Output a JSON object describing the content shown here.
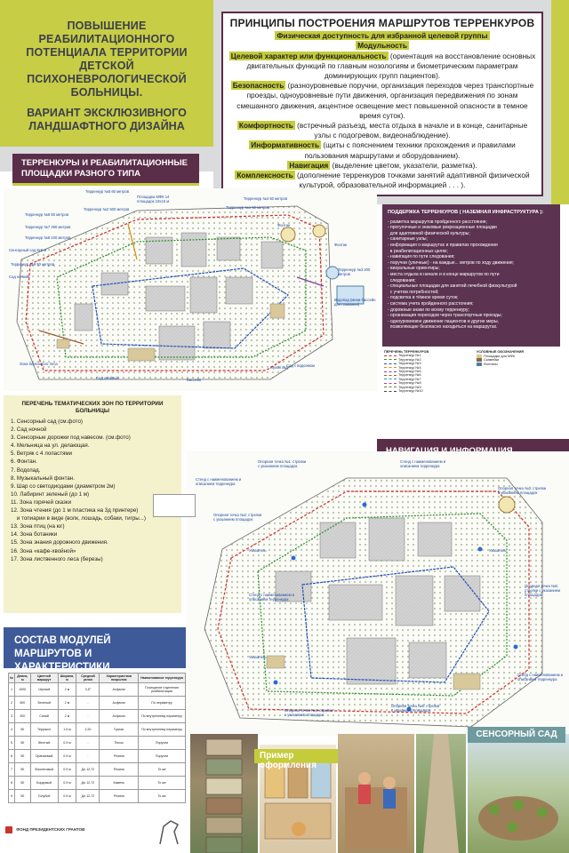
{
  "title": {
    "line1": "ПОВЫШЕНИЕ РЕАБИЛИТАЦИОННОГО ПОТЕНЦИАЛА ТЕРРИТОРИИ ДЕТСКОЙ ПСИХОНЕВРОЛОГИЧЕСКОЙ БОЛЬНИЦЫ.",
    "line2": "ВАРИАНТ ЭКСКЛЮЗИВНОГО ЛАНДШАФТНОГО ДИЗАЙНА"
  },
  "principles": {
    "heading": "ПРИНЦИПЫ ПОСТРОЕНИЯ МАРШРУТОВ ТЕРРЕНКУРОВ",
    "access": "Физическая доступность для избранной целевой группы",
    "modular": "Модульность",
    "purpose_term": "Целевой характер или функциональность",
    "purpose_text": " (ориентация на восстановление основных двигательных функций по главным нозологиям и биометрическим параметрам доминирующих групп пациентов).",
    "safety_term": "Безопасность",
    "safety_text": " (разноуровневые поручни, организация переходов через транспортные проезды, одноуровневые пути движения, организация передвижения по зонам смешанного движения, акцентное освещение мест повышенной опасности в темное время суток).",
    "comfort_term": "Комфортность",
    "comfort_text": " (встречный разъезд, места отдыха в начале и в конце, санитарные узлы с подогревом, видеонаблюдение).",
    "info_term": "Информативность",
    "info_text": " (щиты с пояснением техники прохождения и правилами пользования маршрутами и оборудованием).",
    "nav_term": "Навигация",
    "nav_text": " (выделение цветом, указатели, разметка).",
    "complex_term": "Комплексность",
    "complex_text": " (дополнение терренкуров точками занятий адаптивной физической культурой, образовательной информацией . . . )."
  },
  "banners": {
    "routes": "ТЕРРЕНКУРЫ И РЕАБИЛИТАЦИОННЫЕ ПЛОЩАДКИ РАЗНОГО ТИПА",
    "navigation": "НАВИГАЦИЯ И ИНФОРМАЦИЯ",
    "modules": "СОСТАВ МОДУЛЕЙ МАРШРУТОВ И ХАРАКТЕРИСТИКИ ТЕРРЕНКУРОВ",
    "example": "Пример оформления",
    "sensory": "СЕНСОРНЫЙ САД"
  },
  "support": {
    "heading": "ПОДДЕРЖКА ТЕРРЕНКУРОВ ( НАЗЕМНАЯ ИНФРАСТРУКТУРА ):",
    "items": [
      "- разметка маршрутов пройденного расстояния;",
      "- прогулочные и знаковые рекреационные площадки",
      "  для адаптивной физической культуры;",
      "- санитарные узлы;",
      "- информация о маршрутах и правилах прохождения",
      "  в реабилитационных целях;",
      "- навигация по пути следования;",
      "- поручни (уличные) - на каждые... метров по ходу движения;",
      "- визуальные ориентиры;",
      "- места отдыха в начале и в конце маршрутов по пути",
      "  следования;",
      "- специальные площадки для занятий лечебной физкультурой",
      "  с учетом потребностей;",
      "- подсветка в тёмное время суток;",
      "- система учета пройденного расстояния;",
      "- дорожные знаки по всему терренкуру;",
      "- организация переходов через транспортные проезды;",
      "- одноуровневое движение пациентов и другие меры,",
      "  позволяющие безопасно находиться на маршрутах."
    ]
  },
  "zones": {
    "heading": "ПЕРЕЧЕНЬ ТЕМАТИЧЕСКИХ ЗОН ПО ТЕРРИТОРИИ БОЛЬНИЦЫ",
    "items": [
      "1. Сенсорный сад (см.фото)",
      "2. Сад ночной",
      "3. Сенсорные дорожки под навесом. (см.фото)",
      "4. Мельница на ул. делающая.",
      "5. Ветряк с 4 лопастями",
      "6. Фонтан.",
      "7. Водопад.",
      "8. Музыкальный фонтан.",
      "9. Шар со светодиодами (диаметром 2м)",
      "10. Лабиринт зеленый (до 1 м)",
      "11. Зона горячей сказки",
      "12. Зона чтения (до 1 м пластика на 3д принтере)",
      "    и топиарии в виде (волк, лошадь, собаки, тигры...)",
      "13. Зона птиц (на юг)",
      "14. Зона ботаники",
      "15. Зона знания дорожного движения.",
      "16. Зона «кафе-хвойной»",
      "17. Зона лиственного леса (березы)"
    ]
  },
  "table": {
    "headers": [
      "№",
      "Длина, м",
      "Цветной маршрут",
      "Ширина, м",
      "Средний уклон",
      "Характеристики покрытия",
      "Наименование терренкура"
    ],
    "rows": [
      [
        "1",
        "1000",
        "Черный",
        "2 м",
        "3-5°",
        "Асфальт",
        "Посещение отделения реабилитации"
      ],
      [
        "2",
        "500",
        "Зеленый",
        "2 м",
        "-",
        "Асфальт",
        "По периметру"
      ],
      [
        "3",
        "200",
        "Синий",
        "2 м",
        "-",
        "Асфальт",
        "По внутреннему периметру"
      ],
      [
        "4",
        "50",
        "Терракот",
        "1.5 м",
        "1:20",
        "Гранит",
        "По внутреннему периметру"
      ],
      [
        "5",
        "50",
        "Желтый",
        "0.9 м",
        "-",
        "Песок",
        "Поручни"
      ],
      [
        "6",
        "50",
        "Оранжевый",
        "0.9 м",
        "-",
        "Резина",
        "Поручни"
      ],
      [
        "7",
        "50",
        "Фиолетовый",
        "0.9 м",
        "До 12,72",
        "Резина",
        "То же"
      ],
      [
        "8",
        "50",
        "Бордовый",
        "0.9 м",
        "До 12,72",
        "Камень",
        "То же"
      ],
      [
        "9",
        "50",
        "Голубой",
        "0.9 м",
        "До 12,72",
        "Резина",
        "То же"
      ]
    ]
  },
  "map1_labels": [
    "Терренкур №5 60 метров",
    "Площадка МФК 14 площадок 10х15 м",
    "Терренкур №6 50 метров",
    "Терренкур №7 250 метров",
    "Терренкур №8 100 метров",
    "Сенсорный сад 8х8 м",
    "Терренкур №9 50 метров",
    "Сад ночной",
    "Терренкур №2 500 метров",
    "Терренкур №4 50 метров",
    "Терренкур №1 50 метров",
    "Фонтан",
    "Сад хвойный",
    "Зона березового леса",
    "Сухой сад",
    "Бассейн",
    "Фонтан",
    "Терренкур №3 200 метров",
    "Водопад (мини-бассейн для плавания)",
    "Сад с водоемом"
  ],
  "map2_labels": [
    "Опорная точка №1: стрелки с указанием площадок",
    "Опорная точка №2: стрелки с указанием площадок",
    "Опорная точка №3: стрелки с указанием площадок",
    "Опорная точка №4: стрелки с указанием площадок",
    "Опорная точка №5: стрелки с указанием площадок",
    "Опорная точка №6: стрелки с указанием площадок",
    "Стенд с наименованием и описанием терренкура",
    "Стенд с наименованием и описанием терренкура",
    "Стенд с наименованием и описанием терренкура",
    "Стенд с наименованием и описанием терренкура",
    "Указатель",
    "Указатель",
    "Указатель"
  ],
  "legend_routes": {
    "heading": "ПЕРЕЧЕНЬ ТЕРРЕНКУРОВ",
    "items": [
      "Терренкур №1",
      "Терренкур №2",
      "Терренкур №3",
      "Терренкур №4",
      "Терренкур №5",
      "Терренкур №6",
      "Терренкур №7",
      "Терренкур №8",
      "Терренкур №9",
      "Терренкур №10"
    ]
  },
  "legend_symbols": {
    "heading": "УСЛОВНЫЕ ОБОЗНАЧЕНИЯ",
    "items": [
      "Площадки для МФК",
      "Скамейки",
      "Фонтаны"
    ]
  },
  "footer": {
    "sponsor": "ФОНД ПРЕЗИДЕНТСКИХ ГРАНТОВ"
  },
  "colors": {
    "olive": "#c5cc3c",
    "plum": "#5a2d49",
    "navy": "#3e5a99",
    "zones_bg": "#f4f2cc",
    "teal": "#6f9a9e"
  }
}
